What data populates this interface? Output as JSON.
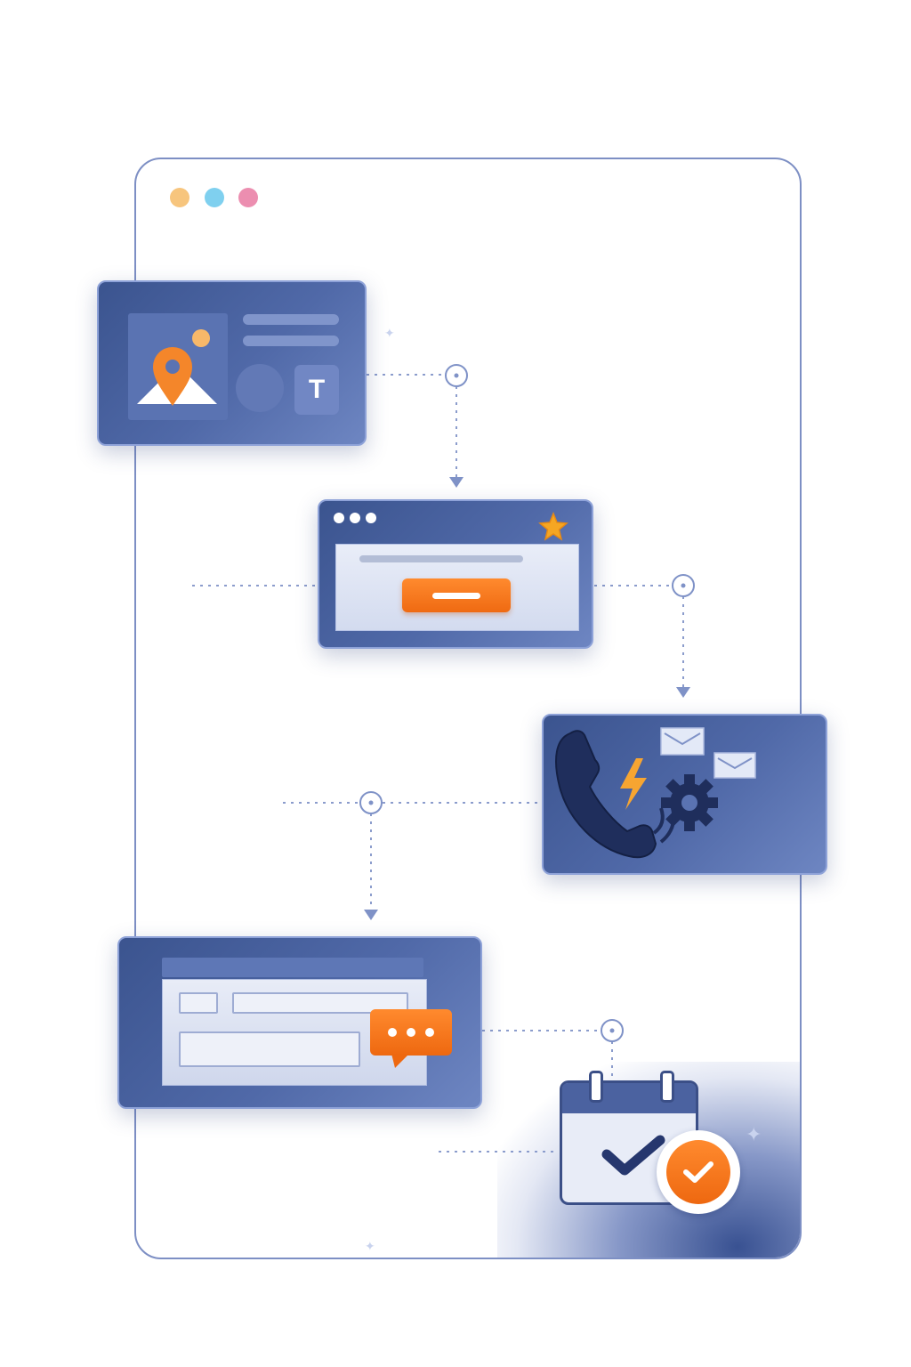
{
  "window": {
    "controls": [
      "yellow-dot",
      "blue-dot",
      "pink-dot"
    ],
    "control_colors": [
      "#f7c57d",
      "#7fd0ef",
      "#ec8eb0"
    ]
  },
  "steps": [
    {
      "name": "content-card",
      "icons": [
        "map-pin-icon",
        "text-icon"
      ],
      "text_glyph": "T"
    },
    {
      "name": "web-page-card",
      "icons": [
        "star-icon"
      ]
    },
    {
      "name": "call-automation-card",
      "icons": [
        "phone-icon",
        "lightning-icon",
        "gear-icon",
        "mail-icon"
      ]
    },
    {
      "name": "form-chat-card",
      "icons": [
        "chat-bubble-icon"
      ]
    },
    {
      "name": "scheduled-card",
      "icons": [
        "calendar-icon",
        "checkmark-icon"
      ]
    }
  ],
  "colors": {
    "accent": "#f47a20",
    "card": "#4b62a0",
    "frame_border": "#7d8fc4",
    "connector": "#7f92c7"
  }
}
